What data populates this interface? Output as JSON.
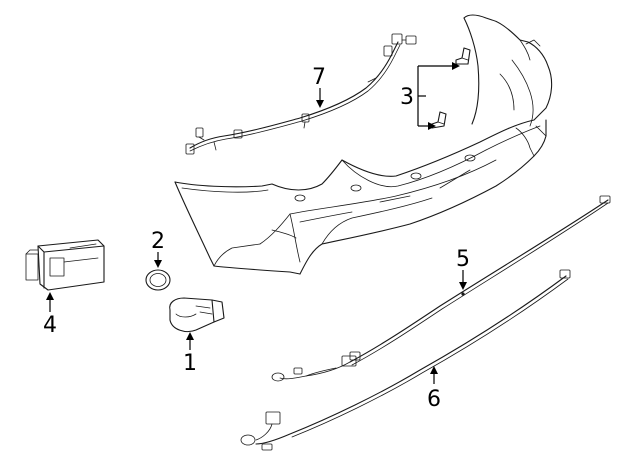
{
  "diagram": {
    "callouts": [
      {
        "id": "1",
        "label": "1",
        "part": "sensor"
      },
      {
        "id": "2",
        "label": "2",
        "part": "sensor-ring"
      },
      {
        "id": "3",
        "label": "3",
        "part": "brackets"
      },
      {
        "id": "4",
        "label": "4",
        "part": "control-module"
      },
      {
        "id": "5",
        "label": "5",
        "part": "wire-harness-upper"
      },
      {
        "id": "6",
        "label": "6",
        "part": "wire-harness-lower"
      },
      {
        "id": "7",
        "label": "7",
        "part": "bumper-wiring-harness"
      }
    ],
    "colors": {
      "line": "#1a1a1a",
      "background": "#ffffff"
    }
  }
}
